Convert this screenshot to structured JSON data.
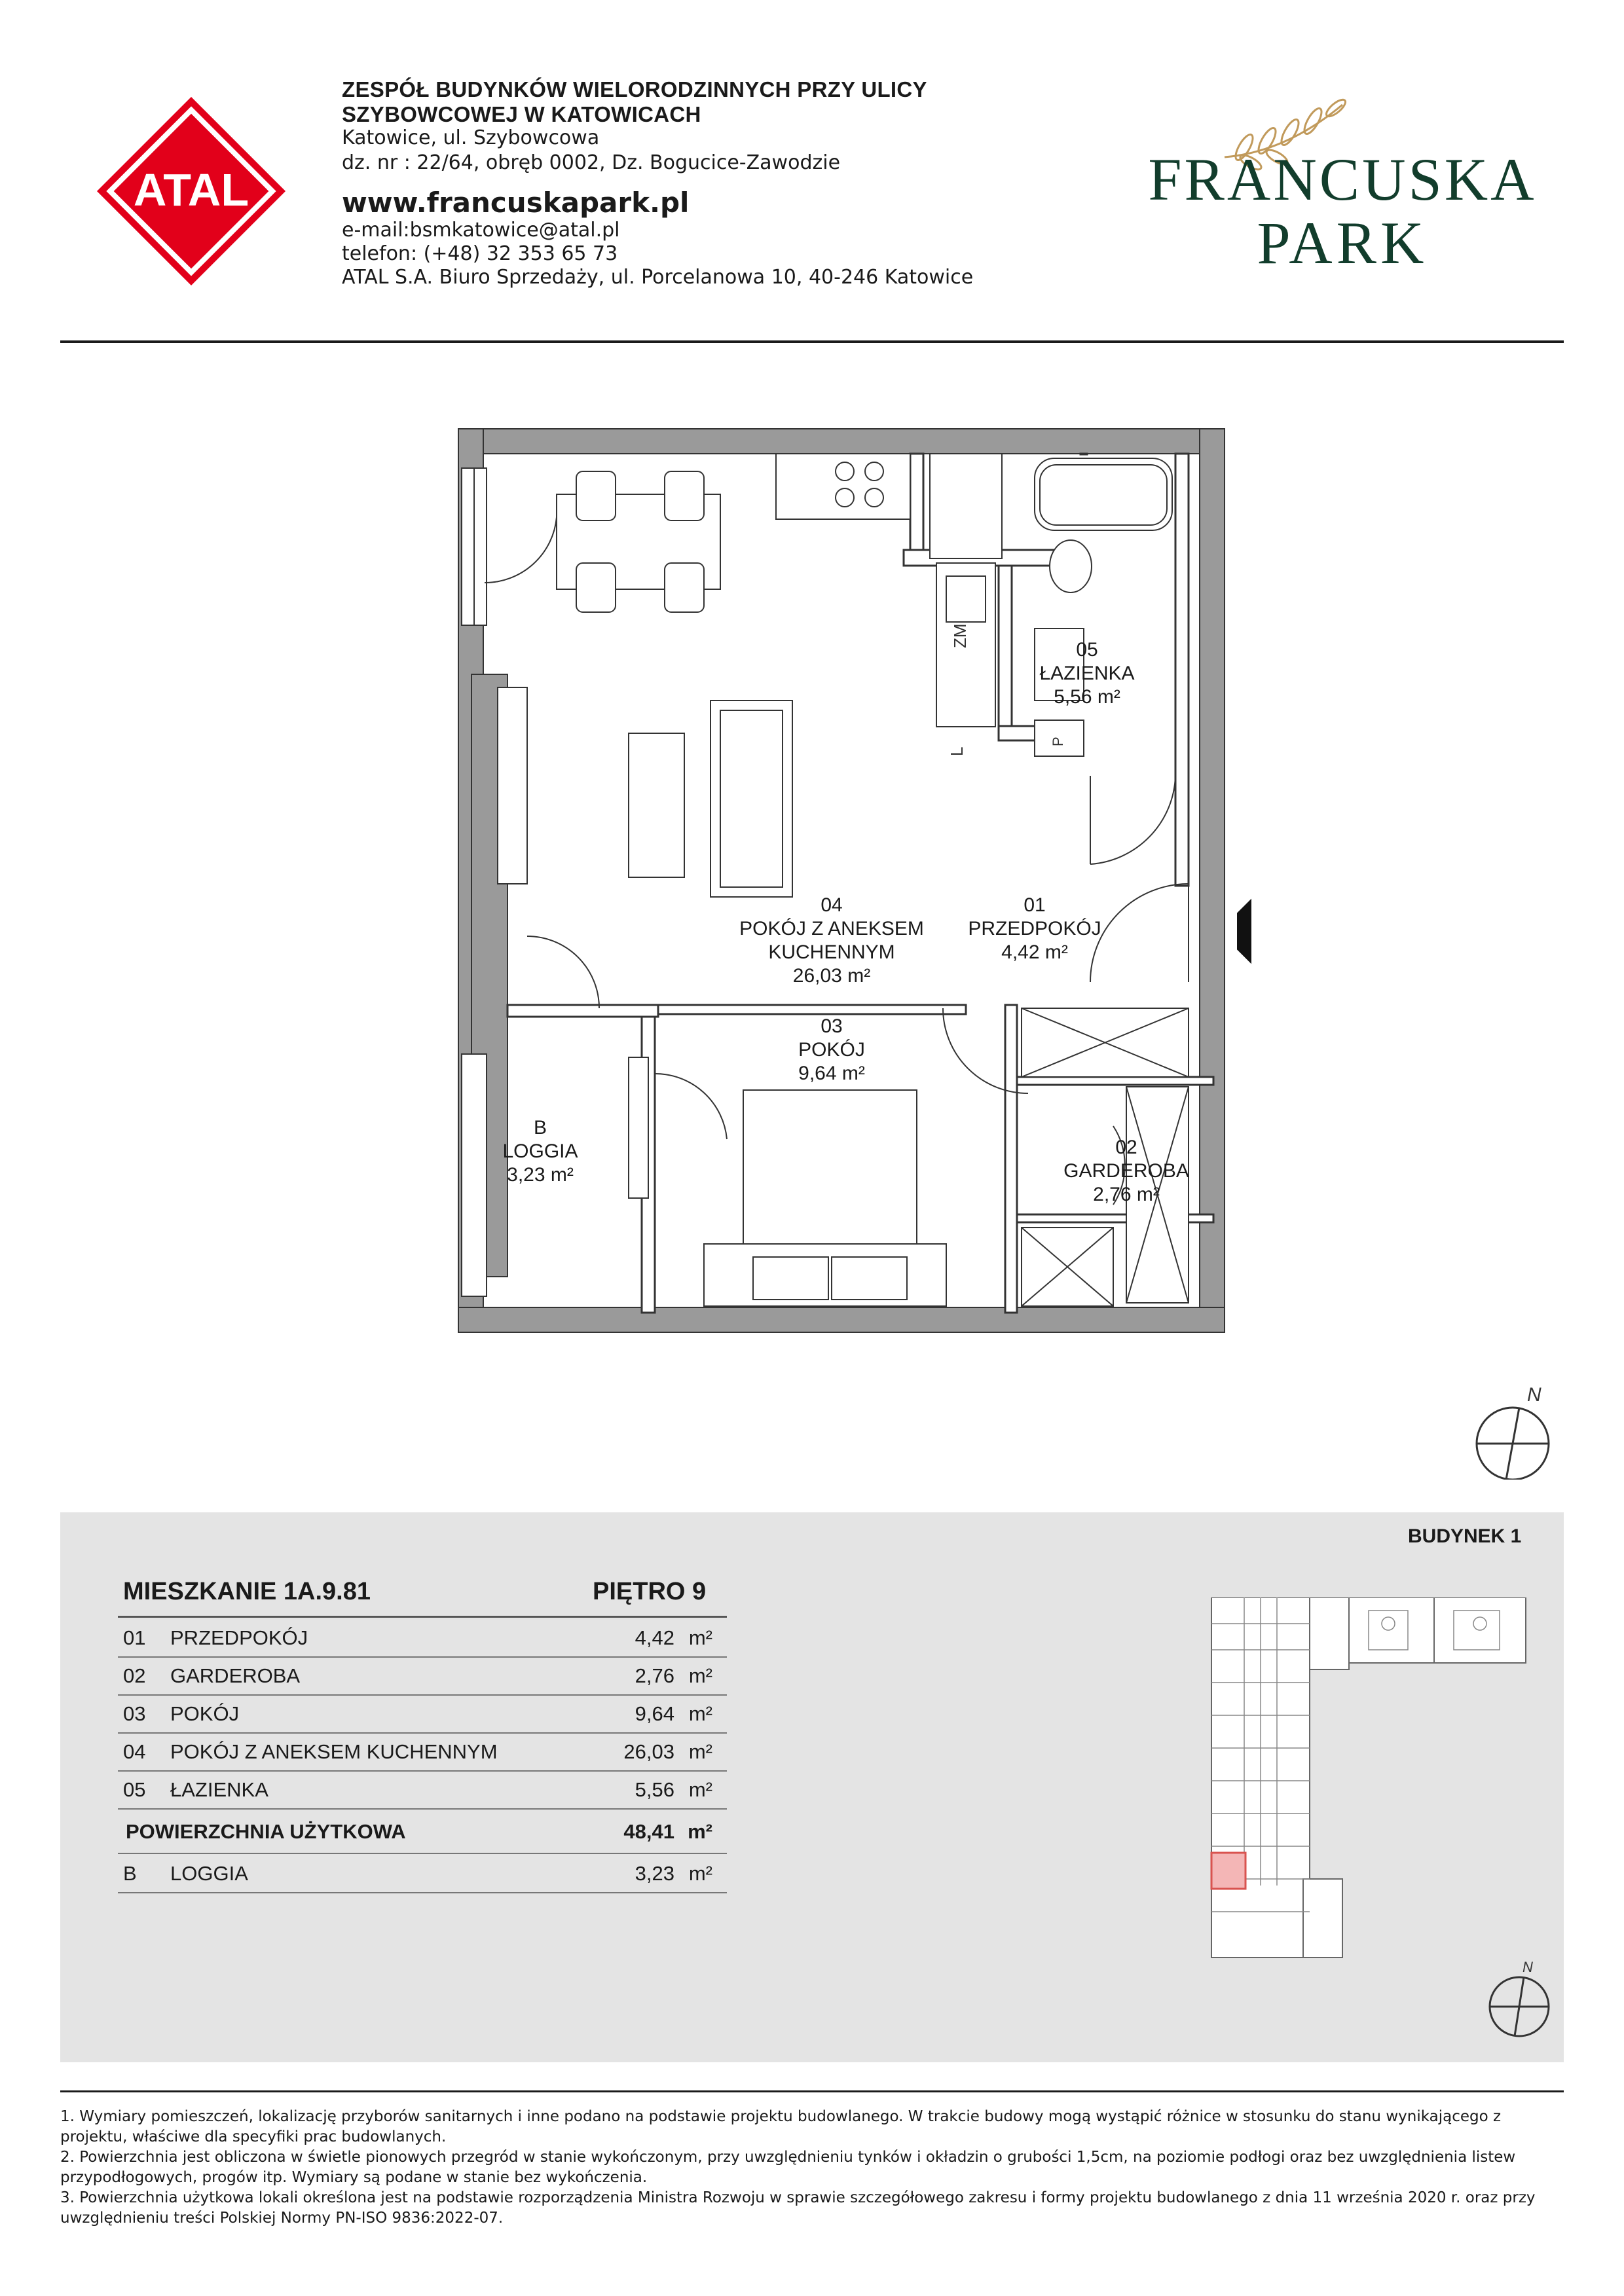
{
  "header": {
    "brand": "ATAL",
    "title_line1": "ZESPÓŁ BUDYNKÓW WIELORODZINNYCH PRZY ULICY",
    "title_line2": "SZYBOWCOWEJ W KATOWICACH",
    "address": "Katowice, ul. Szybowcowa",
    "plot": "dz. nr : 22/64, obręb 0002, Dz. Bogucice-Zawodzie",
    "website": "www.francuskapark.pl",
    "email": "e-mail:bsmkatowice@atal.pl",
    "phone": "telefon: (+48) 32 353 65 73",
    "office": "ATAL S.A. Biuro Sprzedaży, ul. Porcelanowa 10, 40-246 Katowice",
    "logo_line1": "FRANCUSKA",
    "logo_line2": "PARK"
  },
  "plan": {
    "rooms": [
      {
        "no": "05",
        "name": "ŁAZIENKA",
        "area": "5,56 m²"
      },
      {
        "no": "04",
        "name": "POKÓJ Z ANEKSEM KUCHENNYM",
        "name_l1": "POKÓJ Z ANEKSEM",
        "name_l2": "KUCHENNYM",
        "area": "26,03 m²"
      },
      {
        "no": "01",
        "name": "PRZEDPOKÓJ",
        "area": "4,42 m²"
      },
      {
        "no": "03",
        "name": "POKÓJ",
        "area": "9,64 m²"
      },
      {
        "no": "02",
        "name": "GARDEROBA",
        "area": "2,76 m²"
      },
      {
        "no": "B",
        "name": "LOGGIA",
        "area": "3,23 m²"
      }
    ],
    "fixture_labels": {
      "fridge": "ZM",
      "washer": "L",
      "p": "P"
    },
    "north": "N"
  },
  "summary": {
    "building": "BUDYNEK 1",
    "apartment": "MIESZKANIE 1A.9.81",
    "floor": "PIĘTRO 9",
    "rows": [
      {
        "no": "01",
        "name": "PRZEDPOKÓJ",
        "value": "4,42",
        "unit": "m²"
      },
      {
        "no": "02",
        "name": "GARDEROBA",
        "value": "2,76",
        "unit": "m²"
      },
      {
        "no": "03",
        "name": "POKÓJ",
        "value": "9,64",
        "unit": "m²"
      },
      {
        "no": "04",
        "name": "POKÓJ Z ANEKSEM KUCHENNYM",
        "value": "26,03",
        "unit": "m²"
      },
      {
        "no": "05",
        "name": "ŁAZIENKA",
        "value": "5,56",
        "unit": "m²"
      }
    ],
    "total_label": "POWIERZCHNIA UŻYTKOWA",
    "total_value": "48,41",
    "total_unit": "m²",
    "loggia": {
      "no": "B",
      "name": "LOGGIA",
      "value": "3,23",
      "unit": "m²"
    },
    "mini_north": "N"
  },
  "notes": [
    "1.  Wymiary pomieszczeń, lokalizację przyborów sanitarnych i inne podano na podstawie projektu budowlanego. W trakcie budowy mogą wystąpić różnice w stosunku do stanu wynikającego z projektu, właściwe dla specyfiki prac budowlanych.",
    "2.  Powierzchnia jest obliczona w świetle pionowych przegród w stanie wykończonym, przy uwzględnieniu tynków i okładzin o grubości 1,5cm, na poziomie podłogi oraz bez uwzględnienia listew przypodłogowych, progów itp. Wymiary są podane w stanie bez wykończenia.",
    "3.  Powierzchnia użytkowa lokali określona jest na podstawie rozporządzenia Ministra Rozwoju w sprawie szczegółowego zakresu i formy projektu budowlanego z dnia 11 września 2020 r. oraz przy uwzględnieniu treści Polskiej Normy PN-ISO 9836:2022-07."
  ],
  "colors": {
    "atal_red": "#e2001a",
    "brand_green": "#123d2c",
    "gold": "#c19a5b",
    "panel": "#e4e4e4",
    "wall": "#9a9a9a"
  }
}
